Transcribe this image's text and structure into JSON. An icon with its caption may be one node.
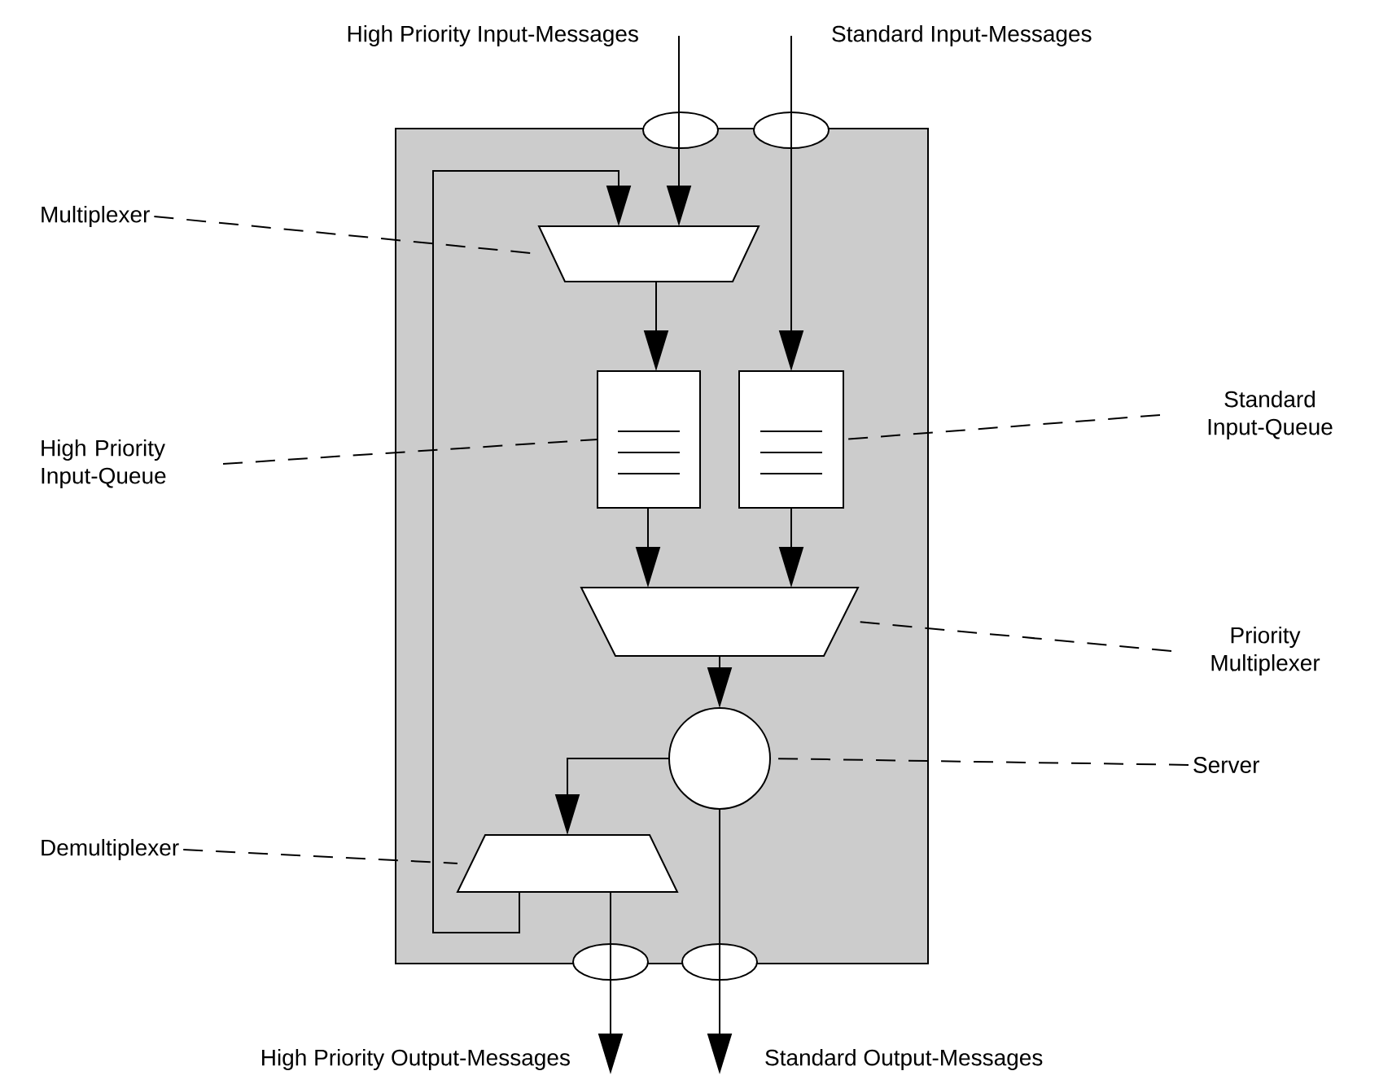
{
  "diagram": {
    "nodes": [
      {
        "text": [],
        "shape": "box"
      },
      {
        "text": [],
        "shape": "trapezoid",
        "in": 0
      },
      {
        "text": [],
        "shape": "box",
        "in": 0
      },
      {
        "text": [],
        "shape": "box",
        "in": 0
      },
      {
        "text": [],
        "shape": "trapezoid",
        "in": 0
      },
      {
        "text": [],
        "shape": "circle",
        "in": 0
      },
      {
        "text": [],
        "shape": "trapezoid",
        "in": 0
      },
      {
        "text": [
          "High Priority Input-Messages"
        ]
      },
      {
        "text": [
          "Standard Input-Messages"
        ]
      },
      {
        "text": [
          "High Priority Output-Messages"
        ]
      },
      {
        "text": [
          "Standard Output-Messages"
        ]
      },
      {
        "text": [
          "Multiplexer"
        ]
      },
      {
        "text": [
          "High Priority Input-Queue"
        ]
      },
      {
        "text": [
          "Standard Input-Queue"
        ]
      },
      {
        "text": [
          "Priority Multiplexer"
        ]
      },
      {
        "text": [
          "Server"
        ]
      },
      {
        "text": [
          "Demultiplexer"
        ]
      }
    ],
    "edges": [
      {
        "from": 7,
        "to": 1,
        "arrow": "to"
      },
      {
        "from": 8,
        "to": 3,
        "arrow": "to"
      },
      {
        "from": 1,
        "to": 2,
        "arrow": "to"
      },
      {
        "from": 2,
        "to": 4,
        "arrow": "to"
      },
      {
        "from": 3,
        "to": 4,
        "arrow": "to"
      },
      {
        "from": 4,
        "to": 5,
        "arrow": "to"
      },
      {
        "from": 5,
        "to": 6,
        "arrow": "to"
      },
      {
        "from": 6,
        "to": 1,
        "arrow": "to"
      },
      {
        "from": 6,
        "to": 9,
        "arrow": "to"
      },
      {
        "from": 5,
        "to": 10,
        "arrow": "to"
      },
      {
        "from": 11,
        "to": 1,
        "arrow": "none",
        "style": "dashed"
      },
      {
        "from": 12,
        "to": 2,
        "arrow": "none",
        "style": "dashed"
      },
      {
        "from": 13,
        "to": 3,
        "arrow": "none",
        "style": "dashed"
      },
      {
        "from": 14,
        "to": 4,
        "arrow": "none",
        "style": "dashed"
      },
      {
        "from": 15,
        "to": 5,
        "arrow": "none",
        "style": "dashed"
      },
      {
        "from": 16,
        "to": 6,
        "arrow": "none",
        "style": "dashed"
      }
    ]
  }
}
